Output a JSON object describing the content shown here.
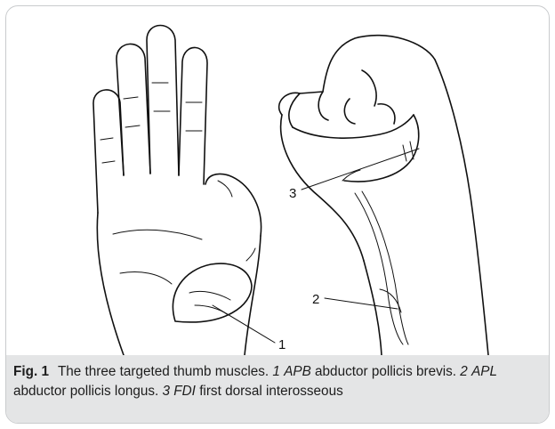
{
  "figure": {
    "labels": {
      "one": "1",
      "two": "2",
      "three": "3"
    },
    "caption": {
      "fig_label": "Fig. 1",
      "lead": "The three targeted thumb muscles.",
      "items": [
        {
          "num": "1",
          "abbr": "APB",
          "desc": "abductor pollicis brevis."
        },
        {
          "num": "2",
          "abbr": "APL",
          "desc": "abductor pollicis longus."
        },
        {
          "num": "3",
          "abbr": "FDI",
          "desc": "first dorsal interosseous"
        }
      ]
    }
  }
}
